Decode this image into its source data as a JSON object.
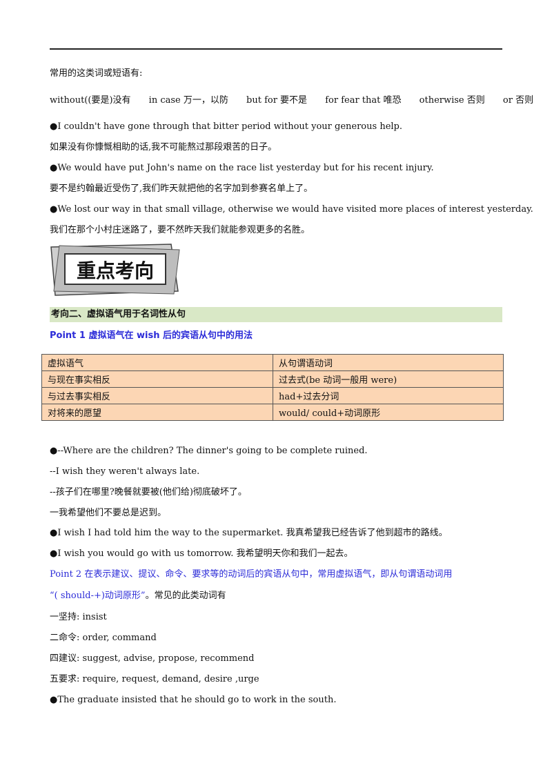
{
  "intro_heading": "常用的这类词或短语有:",
  "phrases": [
    "without((要是)没有",
    "in case 万一，以防",
    "but for 要不是",
    "for fear that 唯恐",
    "otherwise 否则",
    "or 否则"
  ],
  "examples_a": [
    {
      "en": "●I couldn't have gone through that bitter period without your  generous help.",
      "zh": "如果没有你慷慨相助的话,我不可能熬过那段艰苦的日子。"
    },
    {
      "en": "●We would have put John's name on the race list yesterday but  for his recent injury.",
      "zh": "要不是约翰最近受伤了,我们昨天就把他的名字加到参赛名单上了。"
    },
    {
      "en": "●We lost our way in that small village, otherwise we would have  visited more places of interest yesterday.",
      "zh": "我们在那个小村庄迷路了，要不然昨天我们就能参观更多的名胜。"
    }
  ],
  "banner_text": "重点考向",
  "section_title": "考向二、虚拟语气用于名词性从句",
  "point1_title": "Point  1    虚拟语气在 wish 后的宾语从句中的用法",
  "table": {
    "header": [
      "虚拟语气",
      "从句谓语动词"
    ],
    "rows": [
      [
        "与现在事实相反",
        "过去式(be 动词一般用 were)"
      ],
      [
        "与过去事实相反",
        "had+过去分词"
      ],
      [
        "对将来的愿望",
        "would/ could+动词原形"
      ]
    ]
  },
  "examples_b": [
    "●--Where are the children? The dinner's going to be complete  ruined.",
    "--I wish they weren't always late.",
    "--孩子们在哪里?晚餐就要被(他们给)彻底破坏了。",
    "一我希望他们不要总是迟到。",
    "●I wish I had told him the way to the supermarket.        我真希望我已经告诉了他到超市的路线。",
    "●I wish you would go with us tomorrow.        我希望明天你和我们一起去。"
  ],
  "point2_line1": "Point  2  在表示建议、提议、命令、要求等的动词后的宾语从句中，常用虚拟语气，即从句谓语动词用",
  "point2_line2_blue": "“( should-+)动词原形”",
  "point2_line2_rest": "。常见的此类动词有",
  "verb_groups": [
    "一坚持: insist",
    "二命令: order,  command",
    "四建议: suggest, advise, propose, recommend",
    "五要求: require, request, demand, desire  ,urge"
  ],
  "final_example": "●The graduate insisted that he should  go to work in the south."
}
